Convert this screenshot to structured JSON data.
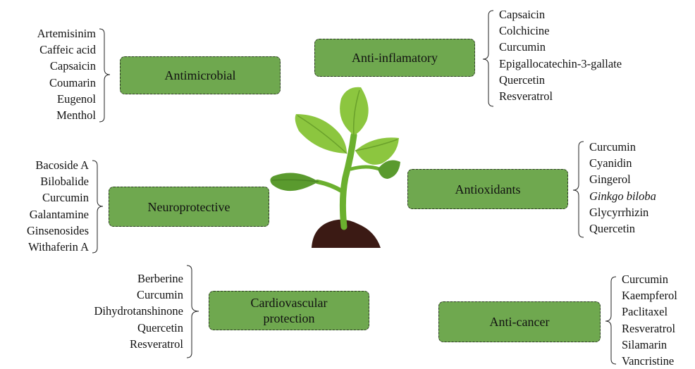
{
  "boxes": {
    "antimicrobial": "Antimicrobial",
    "anti_inflamatory": "Anti-inflamatory",
    "neuroprotective": "Neuroprotective",
    "antioxidants": "Antioxidants",
    "cardio_line1": "Cardiovascular",
    "cardio_line2": "protection",
    "anti_cancer": "Anti-cancer"
  },
  "lists": {
    "antimicrobial": [
      "Artemisinim",
      "Caffeic acid",
      "Capsaicin",
      "Coumarin",
      "Eugenol",
      "Menthol"
    ],
    "anti_inflamatory": [
      "Capsaicin",
      "Colchicine",
      "Curcumin",
      "Epigallocatechin-3-gallate",
      "Quercetin",
      "Resveratrol"
    ],
    "neuroprotective": [
      "Bacoside A",
      "Bilobalide",
      "Curcumin",
      "Galantamine",
      "Ginsenosides",
      "Withaferin A"
    ],
    "antioxidants": [
      "Curcumin",
      "Cyanidin",
      "Gingerol",
      "Ginkgo biloba",
      "Glycyrrhizin",
      "Quercetin"
    ],
    "cardio": [
      "Berberine",
      "Curcumin",
      "Dihydrotanshinone",
      "Quercetin",
      "Resveratrol"
    ],
    "anti_cancer": [
      "Curcumin",
      "Kaempferol",
      "Paclitaxel",
      "Resveratrol",
      "Silamarin",
      "Vancristine"
    ]
  },
  "colors": {
    "box_fill": "#6fa84f",
    "leaf_light": "#8cc63f",
    "leaf_dark": "#5a9a2e",
    "soil": "#3b1a14"
  },
  "icons": {
    "center": "sprouting-plant-icon"
  }
}
